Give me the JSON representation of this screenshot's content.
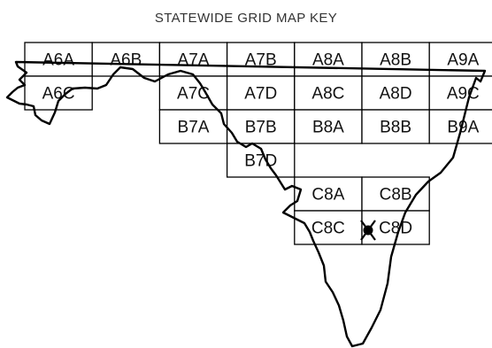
{
  "title": "STATEWIDE GRID MAP KEY",
  "grid": {
    "rows": [
      [
        "A6A",
        "A6B",
        "A7A",
        "A7B",
        "A8A",
        "A8B",
        "A9A"
      ],
      [
        "A6C",
        "",
        "A7C",
        "A7D",
        "A8C",
        "A8D",
        "A9C"
      ],
      [
        "",
        "",
        "B7A",
        "B7B",
        "B8A",
        "B8B",
        "B9A"
      ],
      [
        "",
        "",
        "",
        "B7D",
        "",
        "",
        ""
      ],
      [
        "",
        "",
        "",
        "",
        "C8A",
        "C8B",
        ""
      ],
      [
        "",
        "",
        "",
        "",
        "C8C",
        "C8D",
        ""
      ]
    ]
  },
  "icons": {
    "location_marker": "x-dot-marker-icon"
  }
}
